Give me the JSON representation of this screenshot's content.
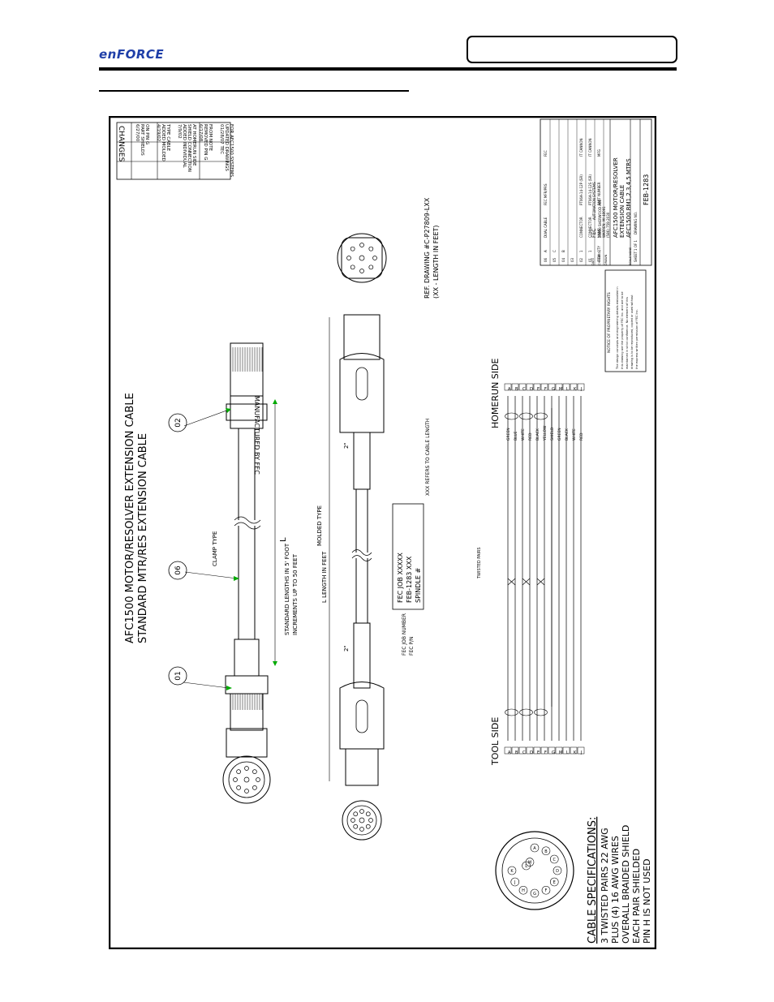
{
  "header": {
    "logo_text": "enFORCE"
  },
  "drawing": {
    "title": "AFC1500 MOTOR/RESOLVER EXTENSION CABLE",
    "subtitle": "STANDARD MTR/RES EXTENSION CABLE",
    "changes_title": "CHANGES",
    "changes": [
      "6/27/00",
      "PART SHIELDS",
      "ON PIN G",
      "",
      "4/19/02",
      "ADDED MOLDED",
      "TYPE CABLE",
      "",
      "7/9/02",
      "ADDED INDIVIDUAL",
      "SHIELD CONNECTION",
      "AT HOMERUN SIDE",
      "6/17/08",
      "REMOVED PIN G",
      "FROM NOTE",
      "",
      "01/28/07 TEC",
      "UPDATED DRAWINGS",
      "FOR AFC1500 SYSTEMS"
    ],
    "manufactured_by": "MANUFACTURED BY FEC",
    "clamp_type_label": "CLAMP TYPE",
    "molded_type_label": "MOLDED TYPE",
    "standard_lengths_1": "STANDARD LENGTHS IN 5' FOOT",
    "standard_lengths_2": "INCREMENTS UP TO 50 FEET",
    "length_L": "L",
    "length_in_feet": "L LENGTH IN FEET",
    "ref_drawing": "REF. DRAWING #C-P27809-LXX",
    "ref_drawing_note": "(XX - LENGTH IN FEET)",
    "label_job": "FEC JOB XXXXX",
    "label_pn": "FEB-1283 XXX",
    "label_spindle": "SPINDLE #",
    "fec_job_number": "FEC JOB NUMBER",
    "fec_pn": "FEC P/N",
    "xxx_note": "XXX REFERS TO CABLE LENGTH",
    "dim_2in": "2\"",
    "balloons": [
      "01",
      "02",
      "06"
    ],
    "tool_side": "TOOL SIDE",
    "homerun_side": "HOMERUN SIDE",
    "twisted_pairs": "TWISTED PAIRS",
    "pins": [
      "A",
      "B",
      "C",
      "D",
      "E",
      "F",
      "G",
      "M",
      "L",
      "K",
      "J"
    ],
    "wire_colors": [
      "GREEN",
      "BLUE",
      "WHITE",
      "RED",
      "BLACK",
      "YELLOW",
      "SHIELD",
      "GREEN",
      "BLACK",
      "WHITE",
      "RED"
    ],
    "socket_letters": [
      "A",
      "B",
      "C",
      "D",
      "E",
      "F",
      "G",
      "H",
      "J",
      "K",
      "L",
      "M"
    ],
    "specs_title": "CABLE SPECIFICATIONS:",
    "specs": [
      "3 TWISTED PAIRS 22 AWG",
      "PLUS (4) 16 AWG WIRES",
      "OVERALL BRAIDED SHIELD",
      "EACH PAIR SHIELDED",
      "PIN H IS NOT USED"
    ],
    "notice_lines": [
      "NOTICE OF PROPRIETARY RIGHTS",
      "The design concepts and engineering details embodied in",
      "this drawing are the property of FEC Inc. and are to be",
      "maintained in strict confidence. No element of this",
      "drawing is to be reproduced, copied or used without",
      "the express written permission of FEC Inc."
    ],
    "bom_rows": [
      [
        "06",
        "A",
        "DUAL CABLE",
        "FEC MFR/PRS",
        "FEC"
      ],
      [
        "05",
        "C",
        "",
        "",
        ""
      ],
      [
        "04",
        "B",
        "",
        "",
        ""
      ],
      [
        "03",
        "",
        "",
        "",
        ""
      ],
      [
        "02",
        "1",
        "CONNECTOR",
        "PT06A-14-12P (SR)",
        "IT CANNON"
      ],
      [
        "01",
        "1",
        "CONNECTOR",
        "PT06A-14-12S (SR)",
        "IT CANNON"
      ],
      [
        "ITEM",
        "QTY",
        "NAME",
        "PART NUMBER",
        "MFG"
      ]
    ],
    "tb_company": "FEC",
    "tb_company_sub": "AUTOMATION SYSTEMS",
    "tb_address_1": "23800 SHERWOOD AVE",
    "tb_address_2": "WARREN, MI 48091",
    "tb_address_3": "(586) 759-2030",
    "tb_title_1": "AFC1500 MOTOR/RESOLVER",
    "tb_title_2": "EXTENSION CABLE",
    "tb_title_3": "AFC1500 RM1,2,3,4,5 MTRS",
    "tb_drawing_no_label": "DRAWING NO.",
    "tb_drawing_no": "FEB-1283",
    "tb_sheet_label": "SHEET",
    "tb_sheet": "1 OF 1",
    "tb_scale_label": "SCALE",
    "tb_scale": "NONE",
    "tb_drawn_label": "DRAWN",
    "tb_checked_label": "CHECKED",
    "tb_date_label": "DATE"
  }
}
